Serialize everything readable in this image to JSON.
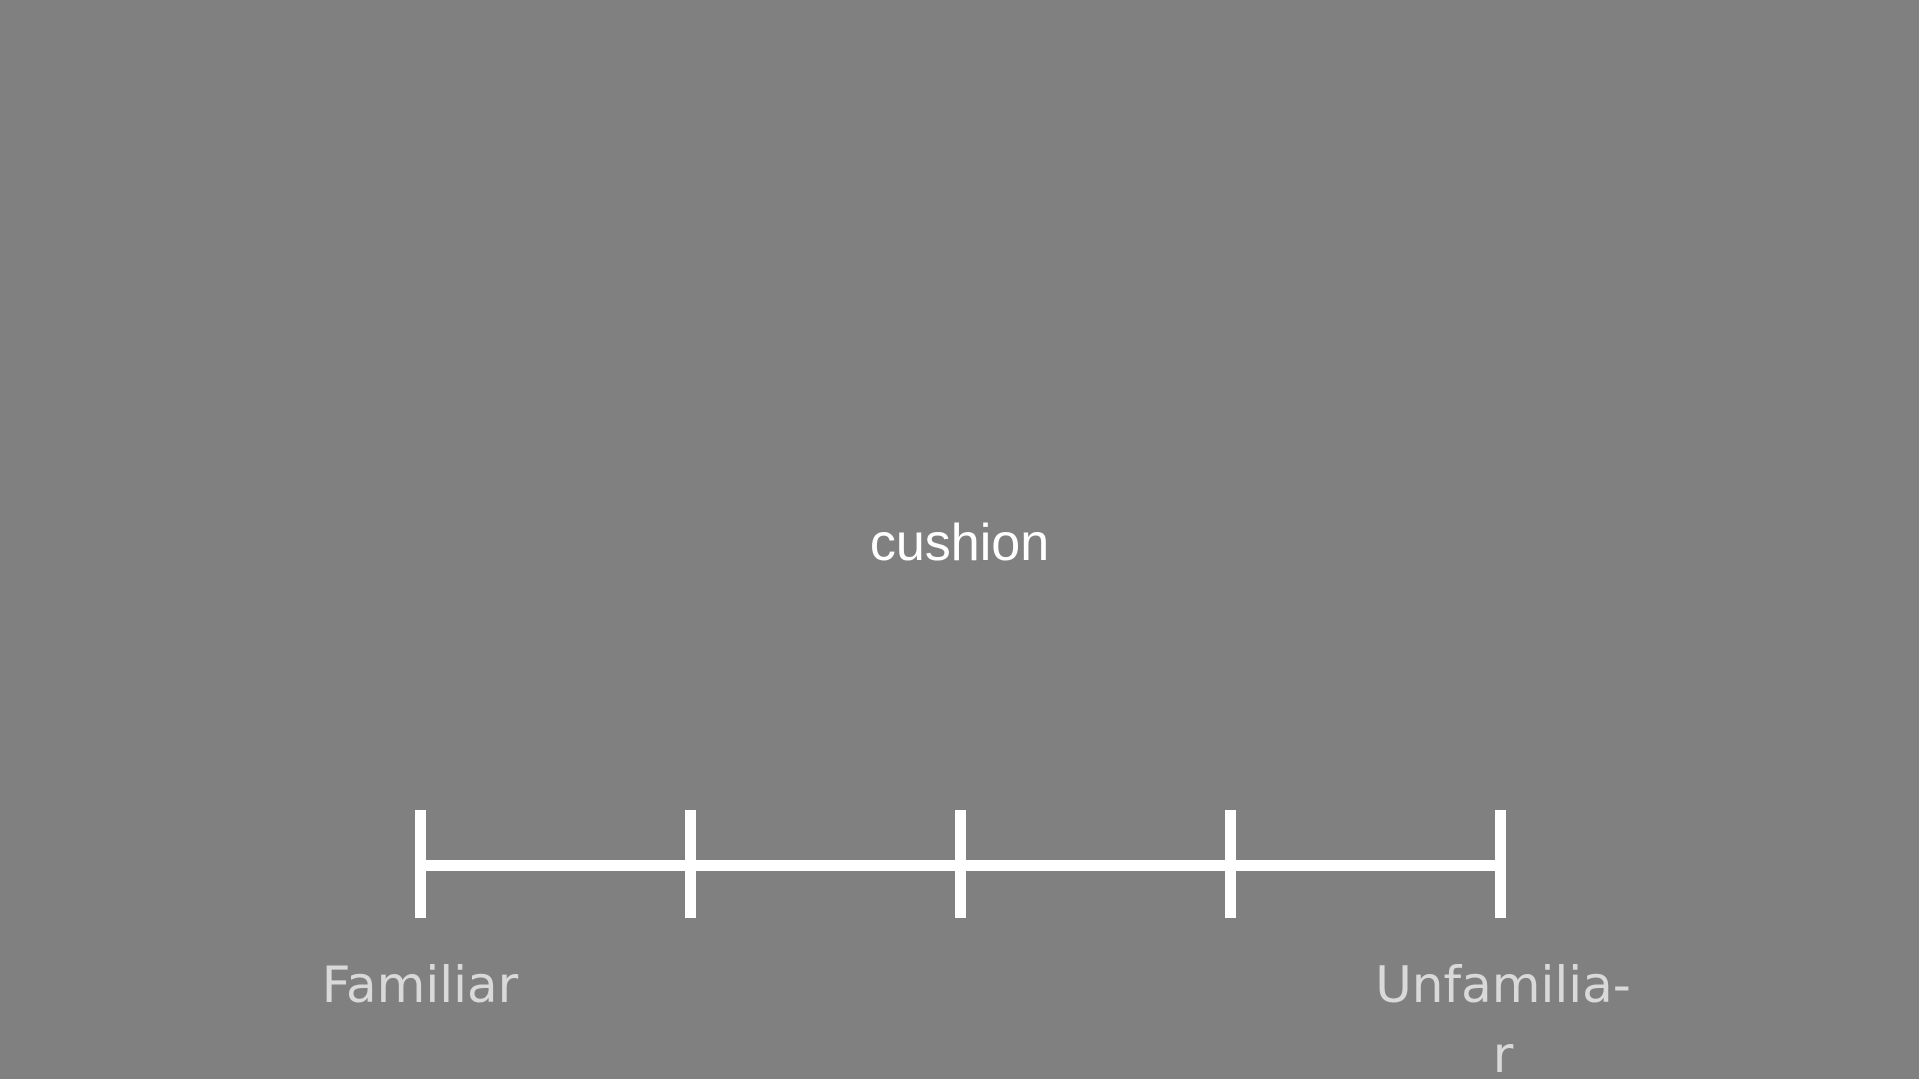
{
  "stimulus": {
    "word": "cushion"
  },
  "scale": {
    "points": 5,
    "left_label": "Familiar",
    "right_label_line1": "Unfamilia-",
    "right_label_line2": "r"
  },
  "colors": {
    "background": "#808080",
    "foreground": "#ffffff",
    "label": "#d9d9d9"
  }
}
